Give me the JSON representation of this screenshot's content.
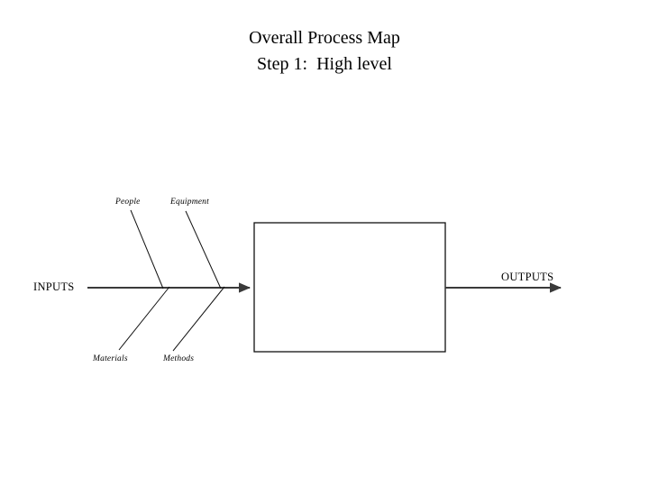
{
  "slide": {
    "background_color": "#ffffff",
    "ink_color": "#000000",
    "title": {
      "line1": "Overall Process Map",
      "line2": "Step 1:  High level"
    }
  },
  "diagram": {
    "type": "fishbone-process-map",
    "spine": {
      "label_left": "INPUTS",
      "label_right": "OUTPUTS"
    },
    "bones": [
      {
        "label": "People",
        "position": "upper-left"
      },
      {
        "label": "Equipment",
        "position": "upper-right"
      },
      {
        "label": "Materials",
        "position": "lower-left"
      },
      {
        "label": "Methods",
        "position": "lower-right"
      }
    ],
    "process_box": {
      "label": ""
    }
  },
  "chart_data": {
    "type": "diagram",
    "title": "Overall Process Map — Step 1:  High level",
    "categories": [
      "People",
      "Equipment",
      "Materials",
      "Methods"
    ],
    "annotations": [
      "INPUTS",
      "OUTPUTS"
    ]
  }
}
